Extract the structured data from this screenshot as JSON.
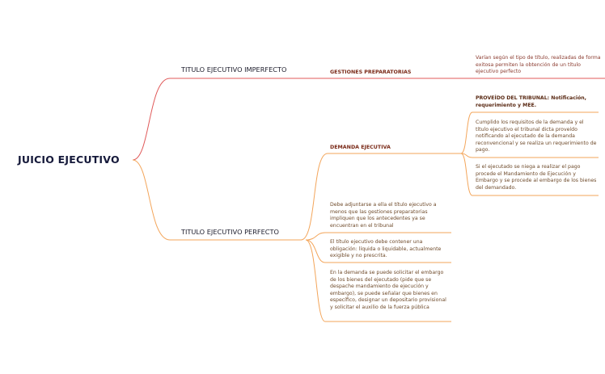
{
  "root": "JUICIO EJECUTIVO",
  "branches": [
    {
      "label": "TITULO EJECUTIVO IMPERFECTO",
      "children": [
        {
          "label": "GESTIONES PREPARATORIAS",
          "notes": [
            "Varían según el tipo de título, realizadas de forma exitosa permiten la obtención de un título ejecutivo perfecto"
          ]
        }
      ]
    },
    {
      "label": "TITULO EJECUTIVO PERFECTO",
      "children": [
        {
          "label": "DEMANDA EJECUTIVA",
          "notes": [
            "PROVEÍDO DEL TRIBUNAL: Notificación, requerimiento y MEE.",
            "Cumplido los requisitos de la demanda y el título ejecutivo el tribunal dicta proveído notificando al ejecutado de la demanda reconvencional y se realiza un requerimiento de pago.",
            "Si el ejecutado se niega a realizar el pago procede el Mandamiento de Ejecución y Embargo y se procede al embargo de los bienes del demandado."
          ]
        }
      ],
      "notes": [
        "Debe adjuntarse a ella el título ejecutivo a menos que las gestiones preparatorias impliquen que los antecedentes ya se encuentran en el tribunal",
        "El título ejecutivo debe contener una obligación: líquida o liquidable, actualmente exigible y no prescrita.",
        "En la demanda se puede solicitar el embargo de los bienes del ejecutado (pide que se despache mandamiento de ejecución y embargo), se puede señalar que bienes en específico, designar un depositario provisional y solicitar el auxilio de la fuerza pública"
      ]
    }
  ],
  "colors": {
    "imperfect_branch": "#e05a5a",
    "perfect_branch": "#f3a55a",
    "root_text": "#15193a"
  }
}
